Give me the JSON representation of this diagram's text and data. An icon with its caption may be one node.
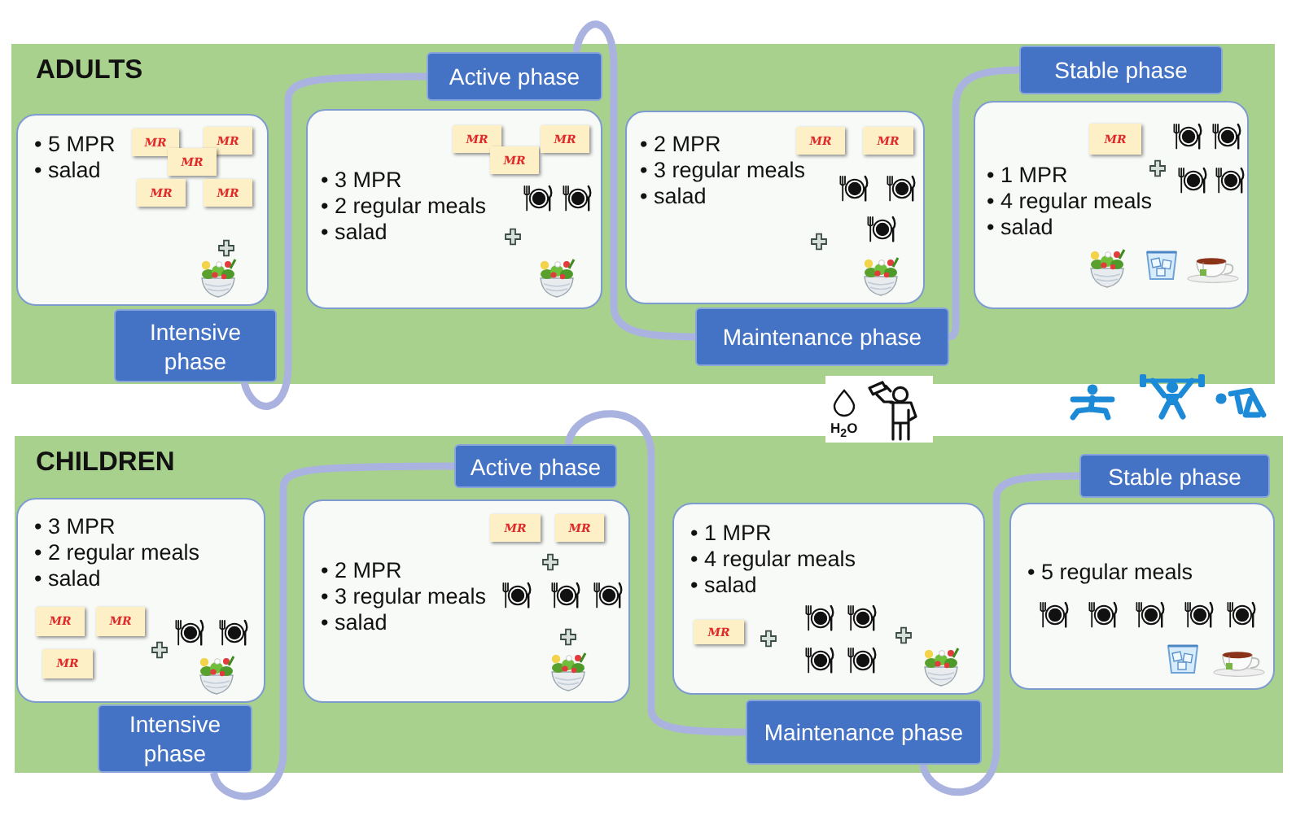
{
  "diagram": {
    "nodes": [
      {
        "text": [
          "ADULTS"
        ]
      },
      {
        "text": [
          "• 5 MPR",
          "• salad"
        ],
        "in": 0
      },
      {
        "text": [
          "MR"
        ],
        "in": 1
      },
      {
        "text": [
          "MR"
        ],
        "in": 1
      },
      {
        "text": [
          "MR"
        ],
        "in": 1
      },
      {
        "text": [
          "MR"
        ],
        "in": 1
      },
      {
        "text": [
          "MR"
        ],
        "in": 1
      },
      {
        "text": [
          "Intensive phase"
        ],
        "in": 0
      },
      {
        "text": [
          "Active phase"
        ],
        "in": 0
      },
      {
        "text": [
          "• 3 MPR",
          "• 2 regular meals",
          "• salad"
        ],
        "in": 0
      },
      {
        "text": [
          "MR"
        ],
        "in": 9
      },
      {
        "text": [
          "MR"
        ],
        "in": 9
      },
      {
        "text": [
          "MR"
        ],
        "in": 9
      },
      {
        "text": [
          "• 2 MPR",
          "• 3 regular meals",
          "• salad"
        ],
        "in": 0
      },
      {
        "text": [
          "MR"
        ],
        "in": 13
      },
      {
        "text": [
          "MR"
        ],
        "in": 13
      },
      {
        "text": [
          "Maintenance phase"
        ],
        "in": 0
      },
      {
        "text": [
          "Stable phase"
        ],
        "in": 0
      },
      {
        "text": [
          "• 1 MPR",
          "• 4 regular meals",
          "• salad"
        ],
        "in": 0
      },
      {
        "text": [
          "MR"
        ],
        "in": 18
      },
      {
        "text": [
          "CHILDREN"
        ]
      },
      {
        "text": [
          "• 3 MPR",
          "• 2 regular meals",
          "• salad"
        ],
        "in": 20
      },
      {
        "text": [
          "MR"
        ],
        "in": 21
      },
      {
        "text": [
          "MR"
        ],
        "in": 21
      },
      {
        "text": [
          "MR"
        ],
        "in": 21
      },
      {
        "text": [
          "Intensive phase"
        ],
        "in": 20
      },
      {
        "text": [
          "Active phase"
        ],
        "in": 20
      },
      {
        "text": [
          "• 2 MPR",
          "• 3 regular meals",
          "• salad"
        ],
        "in": 20
      },
      {
        "text": [
          "MR"
        ],
        "in": 27
      },
      {
        "text": [
          "MR"
        ],
        "in": 27
      },
      {
        "text": [
          "• 1 MPR",
          "• 4 regular meals",
          "• salad"
        ],
        "in": 20
      },
      {
        "text": [
          "MR"
        ],
        "in": 30
      },
      {
        "text": [
          "Maintenance phase"
        ],
        "in": 20
      },
      {
        "text": [
          "Stable phase"
        ],
        "in": 20
      },
      {
        "text": [
          "• 5 regular meals"
        ],
        "in": 20
      }
    ],
    "edges": [
      {
        "from": 7,
        "to": 8,
        "arrow": "none"
      },
      {
        "from": 8,
        "to": 16,
        "arrow": "none"
      },
      {
        "from": 16,
        "to": 17,
        "arrow": "none"
      },
      {
        "from": 25,
        "to": 26,
        "arrow": "none"
      },
      {
        "from": 26,
        "to": 32,
        "arrow": "none"
      },
      {
        "from": 32,
        "to": 33,
        "arrow": "none"
      }
    ],
    "labels": [
      "H$_{2}$O"
    ]
  }
}
